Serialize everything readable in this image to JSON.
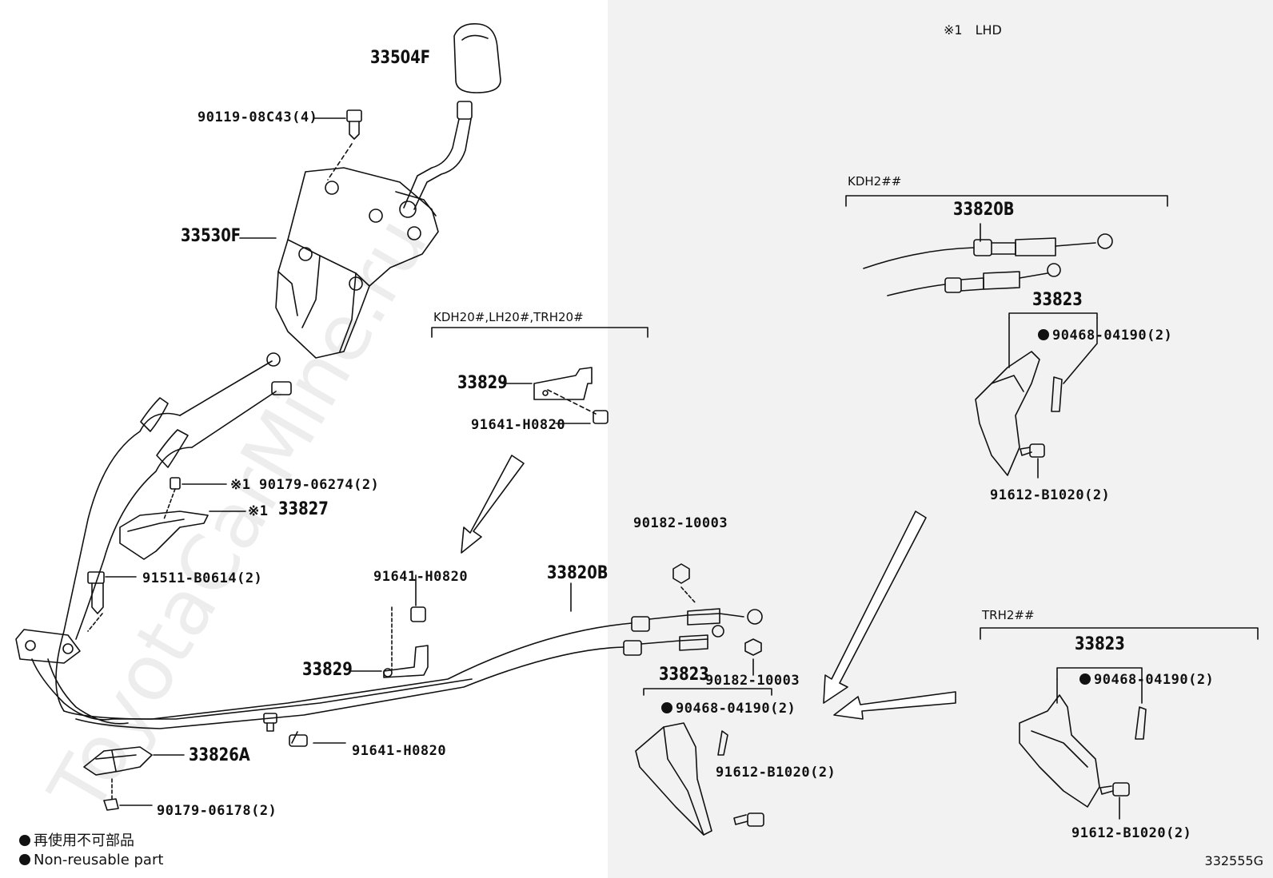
{
  "header_note": "※1　LHD",
  "diagram_code": "332555G",
  "watermark": "ToyotaCarMine.ru",
  "groups": {
    "g1": "KDH20#,LH20#,TRH20#",
    "g2": "KDH2##",
    "g3": "TRH2##"
  },
  "legend": [
    {
      "text": "再使用不可部品"
    },
    {
      "text": "Non-reusable part"
    }
  ],
  "labels": {
    "p33504F": "33504F",
    "p90119": "90119-08C43(4)",
    "p33530F": "33530F",
    "p33829a": "33829",
    "p91641a": "91641-H0820",
    "p90179a_mark": "※1",
    "p90179a": "90179-06274(2)",
    "p33827_mark": "※1",
    "p33827": "33827",
    "p91511": "91511-B0614(2)",
    "p91641b": "91641-H0820",
    "p33820B_main": "33820B",
    "p90182a": "90182-10003",
    "p33829b": "33829",
    "p33823_main": "33823",
    "p90182b": "90182-10003",
    "p90468_main": "90468-04190(2)",
    "p91612_main": "91612-B1020(2)",
    "p91641c": "91641-H0820",
    "p33826A": "33826A",
    "p90179b": "90179-06178(2)",
    "p33820B_kdh": "33820B",
    "p33823_kdh": "33823",
    "p90468_kdh": "90468-04190(2)",
    "p91612_kdh": "91612-B1020(2)",
    "p33823_trh": "33823",
    "p90468_trh": "90468-04190(2)",
    "p91612_trh": "91612-B1020(2)"
  }
}
